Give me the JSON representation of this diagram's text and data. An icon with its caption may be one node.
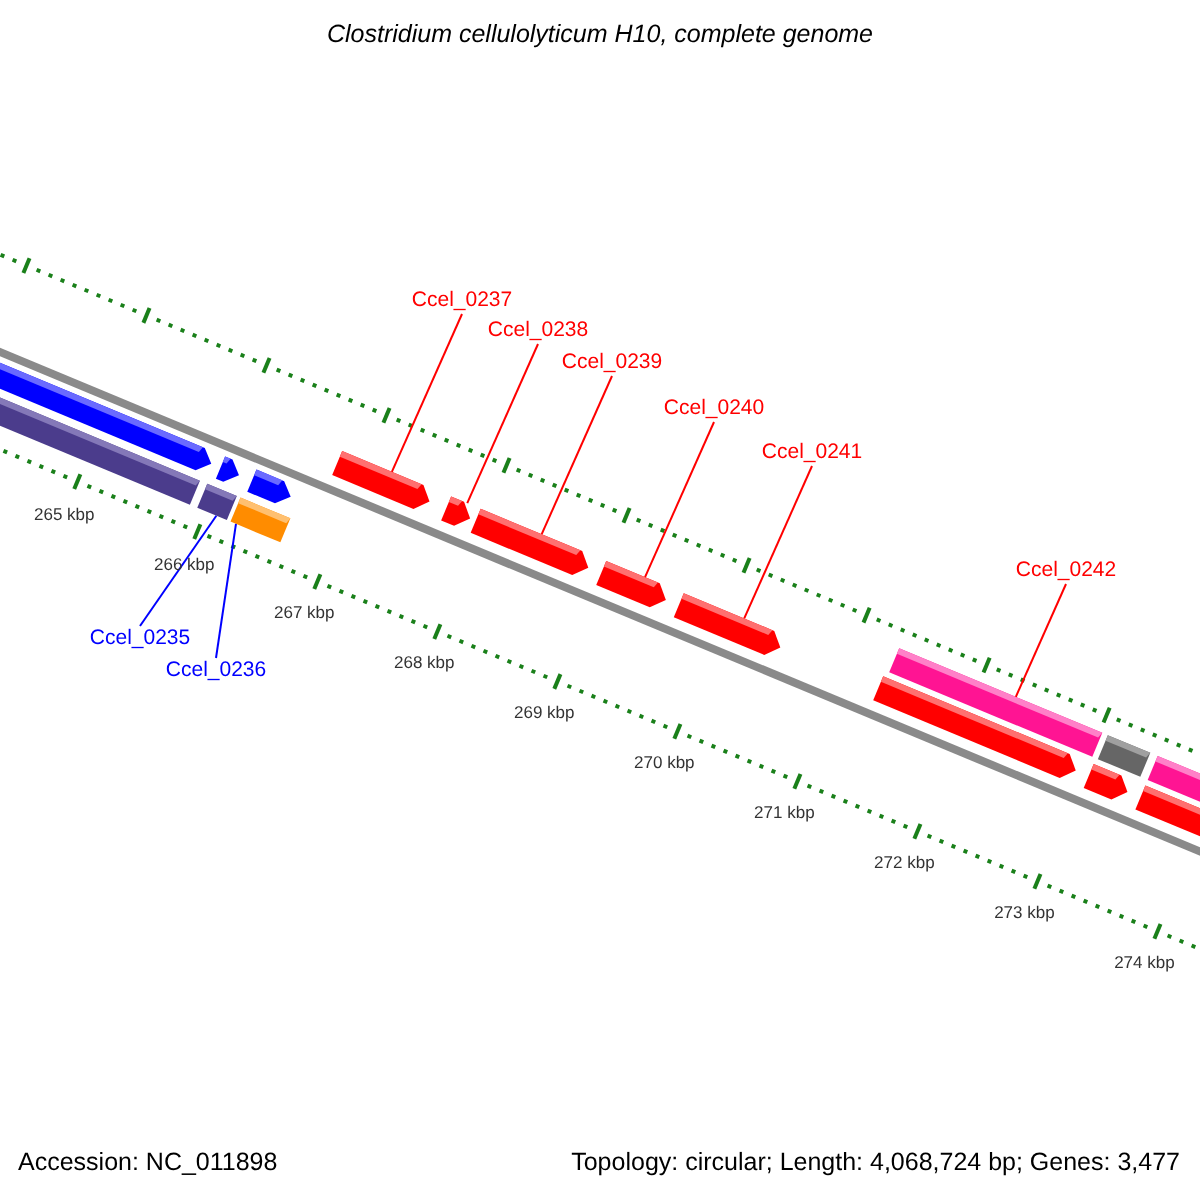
{
  "diagram": {
    "title": "Clostridium cellulolyticum H10, complete genome",
    "nodes": [
      {
        "text": [
          "Ccel_0237"
        ]
      },
      {
        "text": [
          "Ccel_0238"
        ]
      },
      {
        "text": [
          "Ccel_0239"
        ]
      },
      {
        "text": [
          "Ccel_0240"
        ]
      },
      {
        "text": [
          "Ccel_0241"
        ]
      },
      {
        "text": [
          "Ccel_0242"
        ]
      },
      {
        "text": [
          "Ccel_0235"
        ]
      },
      {
        "text": [
          "Ccel_0236"
        ]
      },
      {
        "text": [],
        "shape": "arrow"
      },
      {
        "text": [],
        "shape": "bar"
      },
      {
        "text": [],
        "shape": "bar"
      },
      {
        "text": [],
        "shape": "arrow"
      },
      {
        "text": [],
        "shape": "bar"
      },
      {
        "text": [],
        "shape": "arrow"
      },
      {
        "text": [],
        "shape": "arrow"
      },
      {
        "text": [],
        "shape": "arrow"
      },
      {
        "text": [],
        "shape": "arrow"
      },
      {
        "text": [],
        "shape": "arrow"
      },
      {
        "text": [],
        "shape": "arrow"
      },
      {
        "text": [],
        "shape": "arrow"
      },
      {
        "text": [],
        "shape": "bar"
      },
      {
        "text": [],
        "shape": "arrow"
      },
      {
        "text": [],
        "shape": "bar"
      },
      {
        "text": [],
        "shape": "arrow"
      },
      {
        "text": [],
        "shape": "bar"
      }
    ],
    "edges": [
      {
        "from": 0,
        "to": 14,
        "arrow": "none"
      },
      {
        "from": 1,
        "to": 15,
        "arrow": "none"
      },
      {
        "from": 2,
        "to": 16,
        "arrow": "none"
      },
      {
        "from": 3,
        "to": 17,
        "arrow": "none"
      },
      {
        "from": 4,
        "to": 18,
        "arrow": "none"
      },
      {
        "from": 5,
        "to": 20,
        "arrow": "none"
      },
      {
        "from": 6,
        "to": 10,
        "arrow": "none",
        "color": "#0000ff"
      },
      {
        "from": 7,
        "to": 12,
        "arrow": "none",
        "color": "#0000ff"
      }
    ],
    "labels": [
      "265 kbp",
      "266 kbp",
      "267 kbp",
      "268 kbp",
      "269 kbp",
      "270 kbp",
      "271 kbp",
      "272 kbp",
      "273 kbp",
      "274 kbp",
      "Accession: NC_011898",
      "Topology: circular; Length: 4,068,724 bp; Genes: 3,477"
    ]
  }
}
